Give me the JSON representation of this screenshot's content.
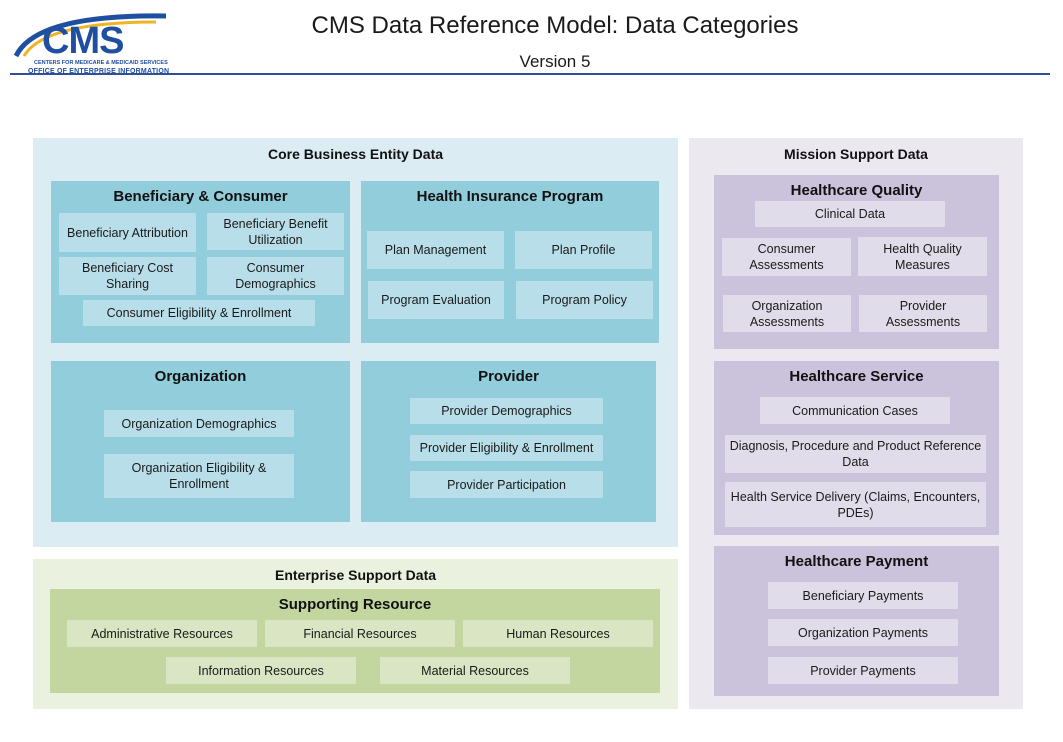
{
  "header": {
    "title": "CMS Data Reference Model: Data Categories",
    "subtitle": "Version 5",
    "logo": {
      "mark": "CMS",
      "line1": "CENTERS FOR MEDICARE & MEDICAID SERVICES",
      "line2": "OFFICE OF ENTERPRISE INFORMATION",
      "colors": {
        "blue": "#1f4fa0",
        "gold": "#f0b323"
      }
    }
  },
  "colors": {
    "core_bg": "#dbecf2",
    "core_box": "#92cddb",
    "core_item": "#b8dfe9",
    "mission_bg": "#ebe8f0",
    "mission_box": "#cbc2db",
    "mission_item": "#e1dce9",
    "enterprise_bg": "#ebf1df",
    "enterprise_box": "#c4d6a0",
    "enterprise_item": "#d9e5c3"
  },
  "core": {
    "title": "Core Business Entity Data",
    "beneficiary": {
      "title": "Beneficiary & Consumer",
      "items": [
        "Beneficiary Attribution",
        "Beneficiary Benefit Utilization",
        "Beneficiary Cost Sharing",
        "Consumer Demographics",
        "Consumer Eligibility & Enrollment"
      ]
    },
    "insurance": {
      "title": "Health Insurance Program",
      "items": [
        "Plan Management",
        "Plan Profile",
        "Program Evaluation",
        "Program Policy"
      ]
    },
    "organization": {
      "title": "Organization",
      "items": [
        "Organization Demographics",
        "Organization Eligibility & Enrollment"
      ]
    },
    "provider": {
      "title": "Provider",
      "items": [
        "Provider Demographics",
        "Provider Eligibility & Enrollment",
        "Provider Participation"
      ]
    }
  },
  "enterprise": {
    "title": "Enterprise Support Data",
    "supporting": {
      "title": "Supporting Resource",
      "items": [
        "Administrative Resources",
        "Financial Resources",
        "Human Resources",
        "Information Resources",
        "Material Resources"
      ]
    }
  },
  "mission": {
    "title": "Mission Support Data",
    "quality": {
      "title": "Healthcare Quality",
      "items": [
        "Clinical Data",
        "Consumer Assessments",
        "Health Quality Measures",
        "Organization Assessments",
        "Provider Assessments"
      ]
    },
    "service": {
      "title": "Healthcare Service",
      "items": [
        "Communication Cases",
        "Diagnosis, Procedure and Product Reference Data",
        "Health Service Delivery (Claims, Encounters, PDEs)"
      ]
    },
    "payment": {
      "title": "Healthcare Payment",
      "items": [
        "Beneficiary Payments",
        "Organization Payments",
        "Provider Payments"
      ]
    }
  }
}
